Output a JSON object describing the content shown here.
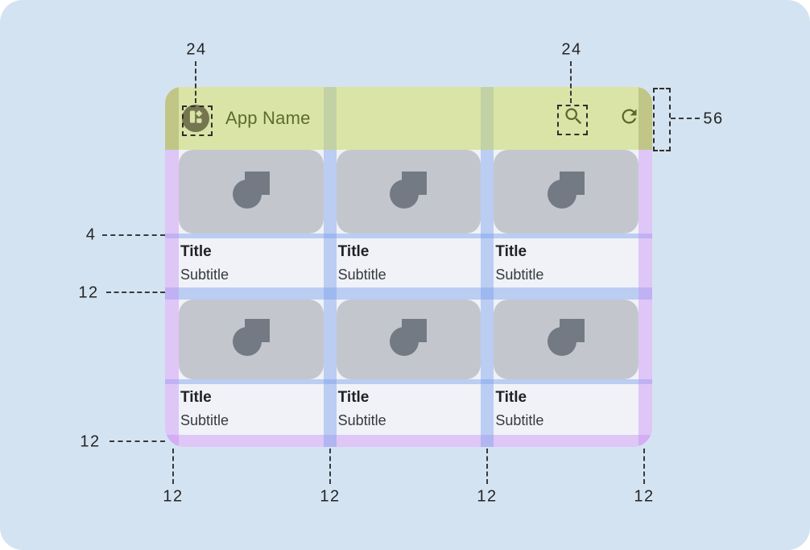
{
  "app_bar": {
    "title": "App Name",
    "leading_icon": "dashboard-icon",
    "action_icons": [
      "search-icon",
      "refresh-icon"
    ]
  },
  "cards": [
    {
      "title": "Title",
      "subtitle": "Subtitle",
      "media_icon": "image-placeholder-icon"
    },
    {
      "title": "Title",
      "subtitle": "Subtitle",
      "media_icon": "image-placeholder-icon"
    },
    {
      "title": "Title",
      "subtitle": "Subtitle",
      "media_icon": "image-placeholder-icon"
    },
    {
      "title": "Title",
      "subtitle": "Subtitle",
      "media_icon": "image-placeholder-icon"
    },
    {
      "title": "Title",
      "subtitle": "Subtitle",
      "media_icon": "image-placeholder-icon"
    },
    {
      "title": "Title",
      "subtitle": "Subtitle",
      "media_icon": "image-placeholder-icon"
    }
  ],
  "annotations": {
    "leading_icon_size": "24",
    "trailing_icon_size": "24",
    "appbar_height": "56",
    "image_text_gap": "4",
    "row_gap": "12",
    "bottom_left_margin": "12",
    "bottom_edges": [
      "12",
      "12",
      "12",
      "12"
    ]
  },
  "colors": {
    "canvas_bg": "#d4e3f1",
    "appbar_green": "#d9e4a6",
    "olive_fg": "#5c6b2f",
    "overlay_purple": "#cd8af5",
    "overlay_blue": "#7aa0eb",
    "placeholder_gray": "#c3c7cd",
    "glyph_gray": "#747a84",
    "mock_body": "#f0f2f7"
  }
}
